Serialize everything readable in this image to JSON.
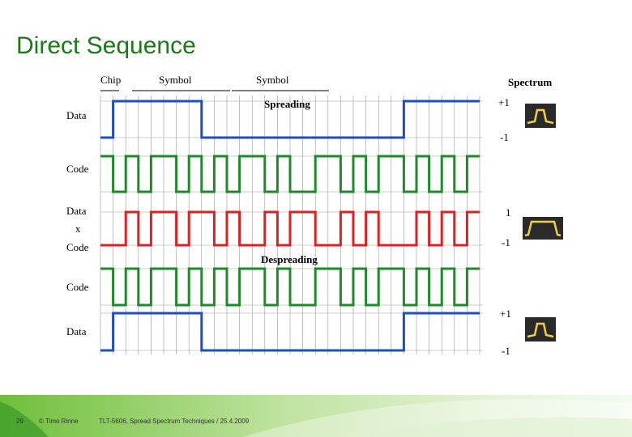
{
  "slide": {
    "title": "Direct Sequence"
  },
  "diagram": {
    "top_labels": {
      "chip": "Chip",
      "symbol_1": "Symbol",
      "symbol_2": "Symbol",
      "spectrum": "Spectrum"
    },
    "section_labels": {
      "spreading": "Spreading",
      "despreading": "Despreading"
    },
    "row_labels": {
      "data_top": "Data",
      "code_top": "Code",
      "data_x": "Data",
      "x": "x",
      "code_mid": "Code",
      "code_bottom": "Code",
      "data_bottom": "Data"
    },
    "level_labels": {
      "plus1_top": "+1",
      "minus1_top": "-1",
      "plus1_mid": "1",
      "minus1_mid": "-1",
      "plus1_bottom": "+1",
      "minus1_bottom": "-1"
    },
    "signals": {
      "data_levels": [
        0,
        1,
        1,
        1,
        1,
        1,
        1,
        1,
        0,
        0,
        0,
        0,
        0,
        0,
        0,
        0,
        0,
        0,
        0,
        0,
        0,
        0,
        0,
        0,
        1,
        1,
        1,
        1,
        1,
        1
      ],
      "code_levels": [
        1,
        0,
        1,
        0,
        1,
        1,
        0,
        1,
        0,
        1,
        0,
        1,
        1,
        0,
        1,
        0,
        0,
        1,
        1,
        0,
        1,
        0,
        1,
        1,
        0,
        1,
        0,
        1,
        0,
        1
      ]
    },
    "colors": {
      "data": "#1f4fbf",
      "code": "#1f8a2a",
      "product": "#e02020",
      "grid": "#999999",
      "spectrum_box": "#2a2a2a",
      "spectrum_curve": "#f0d040",
      "title": "#1a7a1a"
    }
  },
  "footer": {
    "page_number": "29",
    "author": "© Timo Rinne",
    "course": "TLT-5606, Spread Spectrum Techniques / 25.4.2009"
  }
}
